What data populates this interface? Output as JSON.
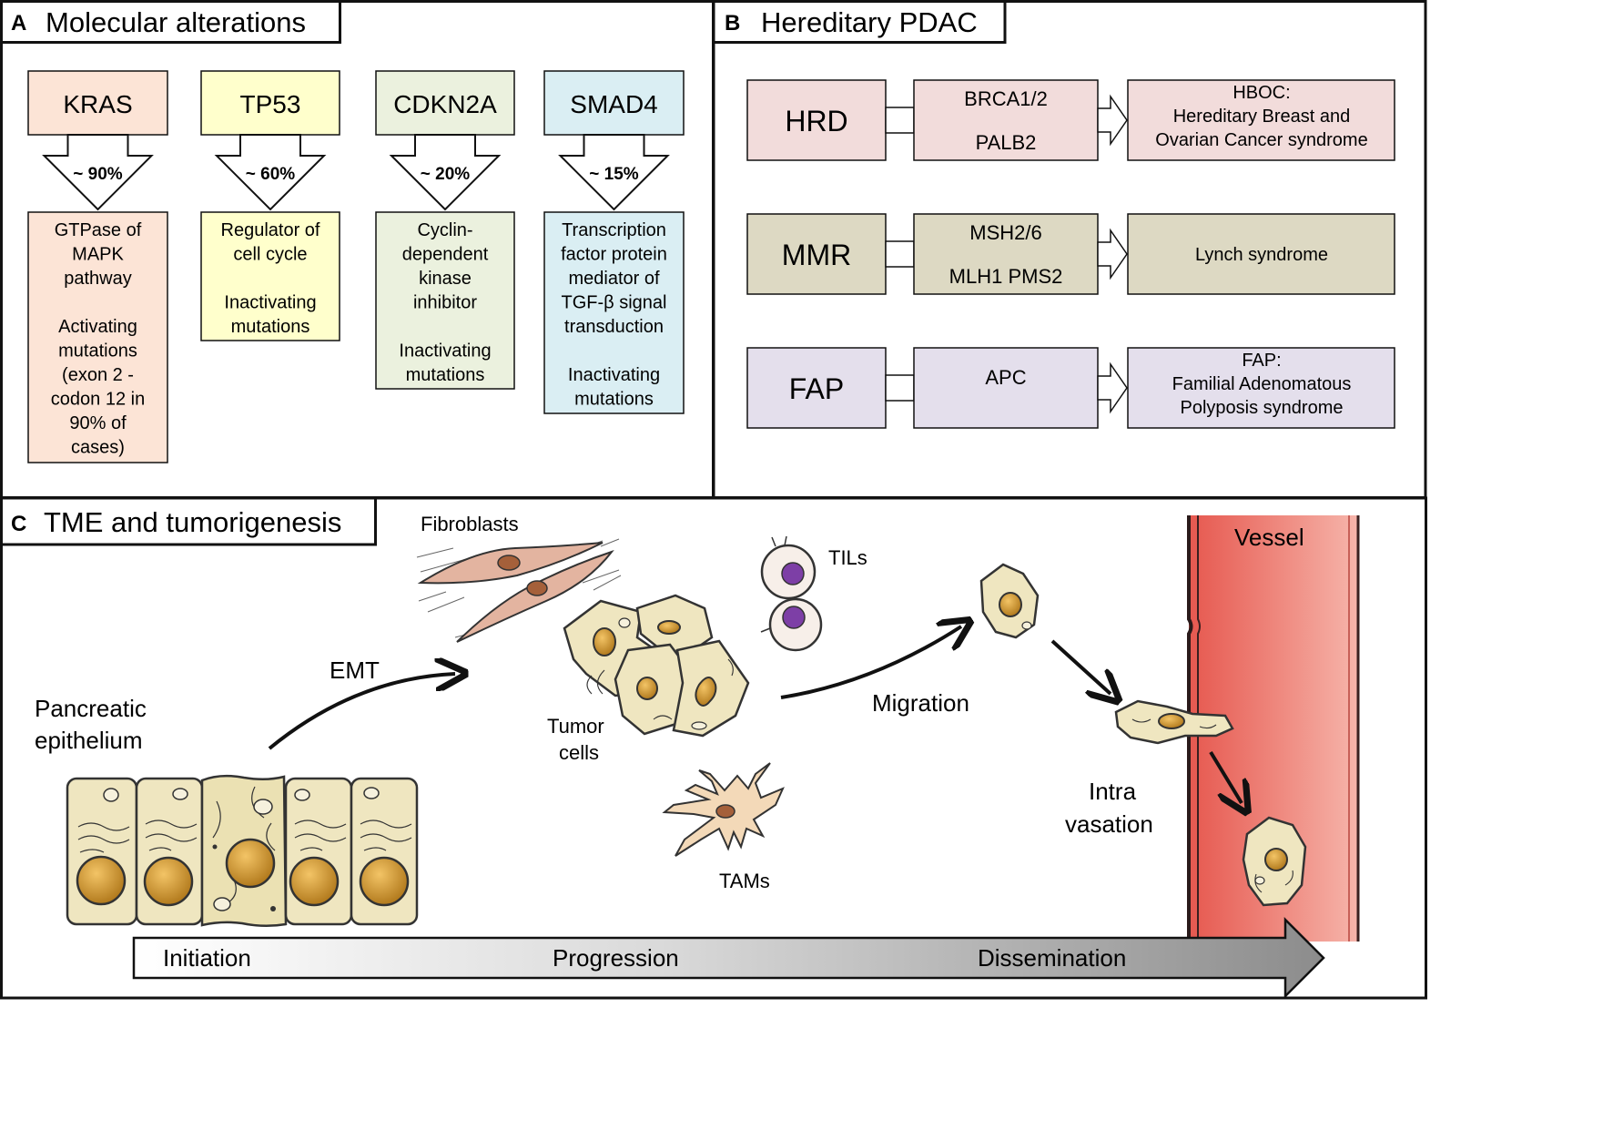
{
  "panel_a": {
    "letter": "A",
    "title": "Molecular alterations",
    "genes": [
      {
        "name": "KRAS",
        "fill": "#fce4d6",
        "percent": "~ 90%",
        "description": [
          "GTPase of",
          "MAPK",
          "pathway",
          "",
          "Activating",
          "mutations",
          "(exon 2 -",
          "codon 12 in",
          "90% of",
          "cases)"
        ]
      },
      {
        "name": "TP53",
        "fill": "#ffffcc",
        "percent": "~ 60%",
        "description": [
          "Regulator of",
          "cell cycle",
          "",
          "Inactivating",
          "mutations"
        ]
      },
      {
        "name": "CDKN2A",
        "fill": "#ebf1de",
        "percent": "~ 20%",
        "description": [
          "Cyclin-",
          "dependent",
          "kinase",
          "inhibitor",
          "",
          "Inactivating",
          "mutations"
        ]
      },
      {
        "name": "SMAD4",
        "fill": "#daeef3",
        "percent": "~ 15%",
        "description": [
          "Transcription",
          "factor protein",
          "mediator of",
          "TGF-β signal",
          "transduction",
          "",
          "Inactivating",
          "mutations"
        ]
      }
    ]
  },
  "panel_b": {
    "letter": "B",
    "title": "Hereditary PDAC",
    "rows": [
      {
        "category": "HRD",
        "fill": "#f2dcdb",
        "genes": [
          "BRCA1/2",
          "PALB2"
        ],
        "syndrome": [
          "HBOC:",
          "Hereditary Breast and",
          "Ovarian Cancer syndrome"
        ]
      },
      {
        "category": "MMR",
        "fill": "#ddd9c3",
        "genes": [
          "MSH2/6",
          "MLH1 PMS2"
        ],
        "syndrome": [
          "Lynch syndrome"
        ]
      },
      {
        "category": "FAP",
        "fill": "#e4dfec",
        "genes": [
          "APC"
        ],
        "syndrome": [
          "FAP:",
          "Familial Adenomatous",
          "Polyposis syndrome"
        ]
      }
    ]
  },
  "panel_c": {
    "letter": "C",
    "title": "TME and tumorigenesis",
    "labels": {
      "pancreatic_epithelium": [
        "Pancreatic",
        "epithelium"
      ],
      "emt": "EMT",
      "fibroblasts": "Fibroblasts",
      "tils": "TILs",
      "tumor_cells": [
        "Tumor",
        "cells"
      ],
      "tams": "TAMs",
      "migration": "Migration",
      "intravasation": [
        "Intra",
        "vasation"
      ],
      "vessel": "Vessel"
    },
    "stages": [
      "Initiation",
      "Progression",
      "Dissemination"
    ],
    "colors": {
      "cell_body": "#efe6c0",
      "nucleus": "#d4a13a",
      "fibroblast": "#e3b4a0",
      "til_nucleus": "#7d3fa6",
      "vessel": "#e96f64"
    }
  }
}
